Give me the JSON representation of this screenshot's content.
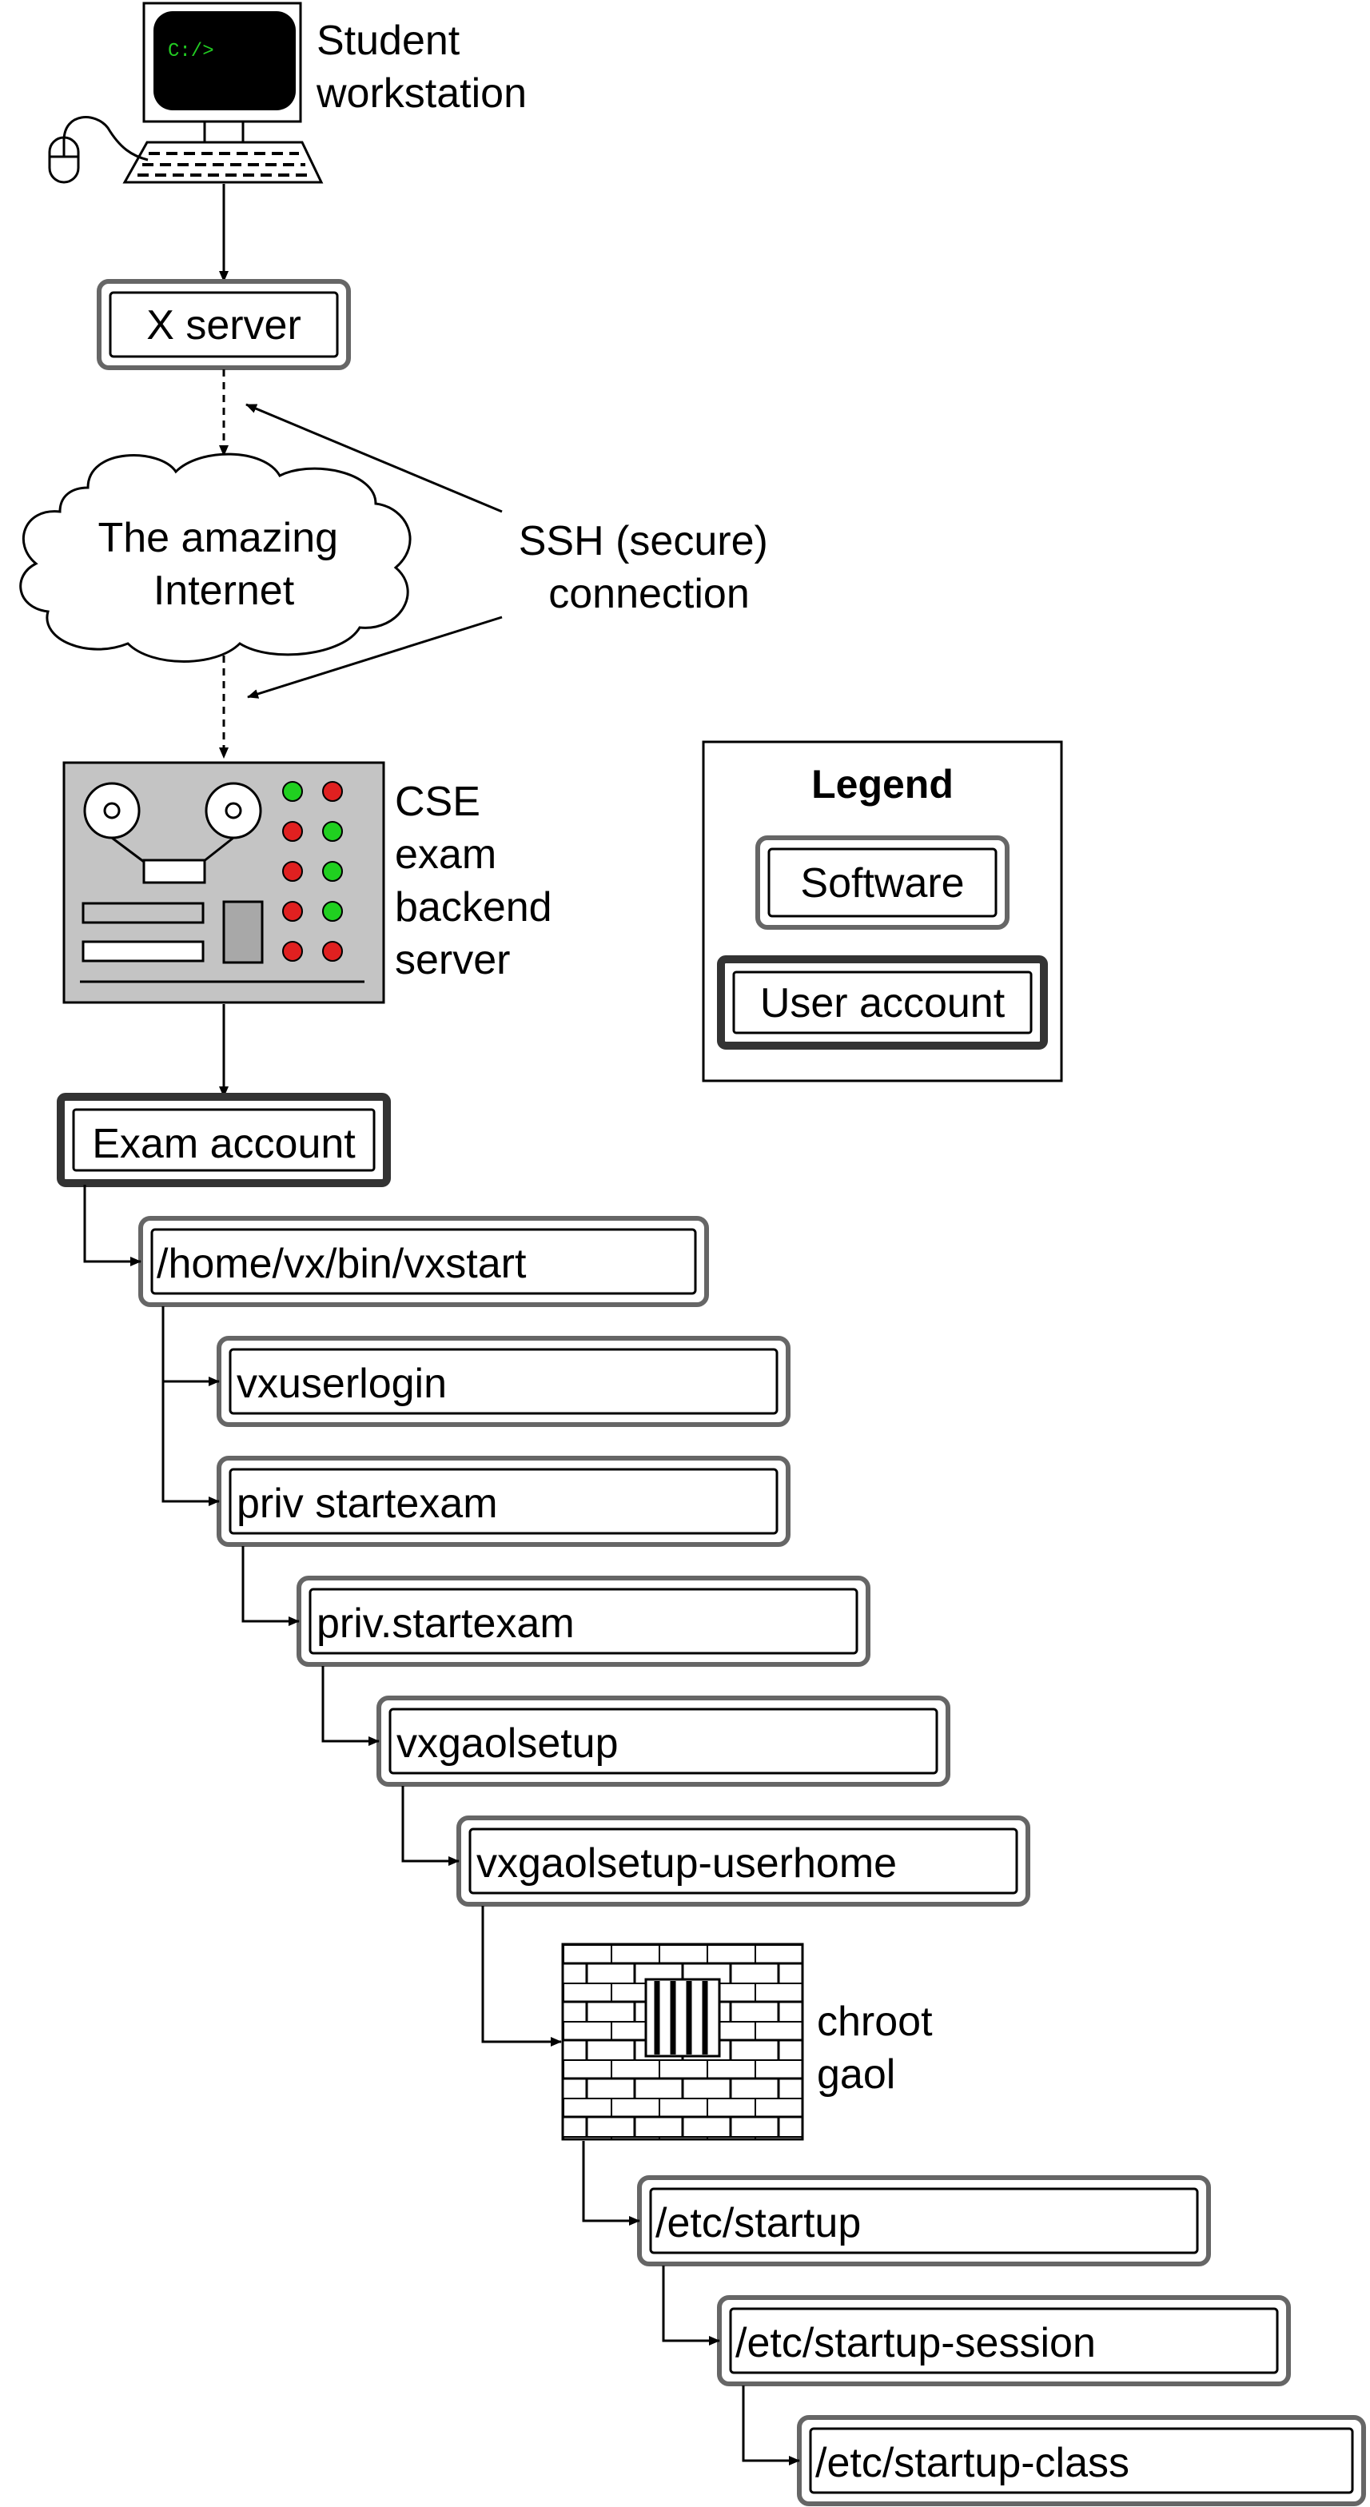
{
  "nodes": {
    "workstation": {
      "lines": [
        "Student",
        "workstation"
      ],
      "screen_text": "C:/>"
    },
    "x_server": {
      "label": "X server"
    },
    "internet": {
      "lines": [
        "The amazing",
        "Internet"
      ]
    },
    "ssh": {
      "lines": [
        "SSH (secure)",
        "connection"
      ]
    },
    "backend": {
      "lines": [
        "CSE",
        "exam",
        "backend",
        "server"
      ]
    },
    "exam_account": {
      "label": "Exam account"
    },
    "chroot": {
      "lines": [
        "chroot",
        "gaol"
      ]
    }
  },
  "chain": [
    {
      "label": "/home/vx/bin/vxstart"
    },
    {
      "label": "vxuserlogin"
    },
    {
      "label": "priv startexam"
    },
    {
      "label": "priv.startexam"
    },
    {
      "label": "vxgaolsetup"
    },
    {
      "label": "vxgaolsetup-userhome"
    },
    {
      "label": "/etc/startup"
    },
    {
      "label": "/etc/startup-session"
    },
    {
      "label": "/etc/startup-class"
    }
  ],
  "legend": {
    "title": "Legend",
    "software": "Software",
    "user_account": "User account"
  },
  "colors": {
    "software_border": "#666666",
    "account_border": "#333333",
    "screen_text": "#22cc22",
    "led_red": "#e02020",
    "led_green": "#20d020",
    "server_body": "#c4c4c4"
  }
}
